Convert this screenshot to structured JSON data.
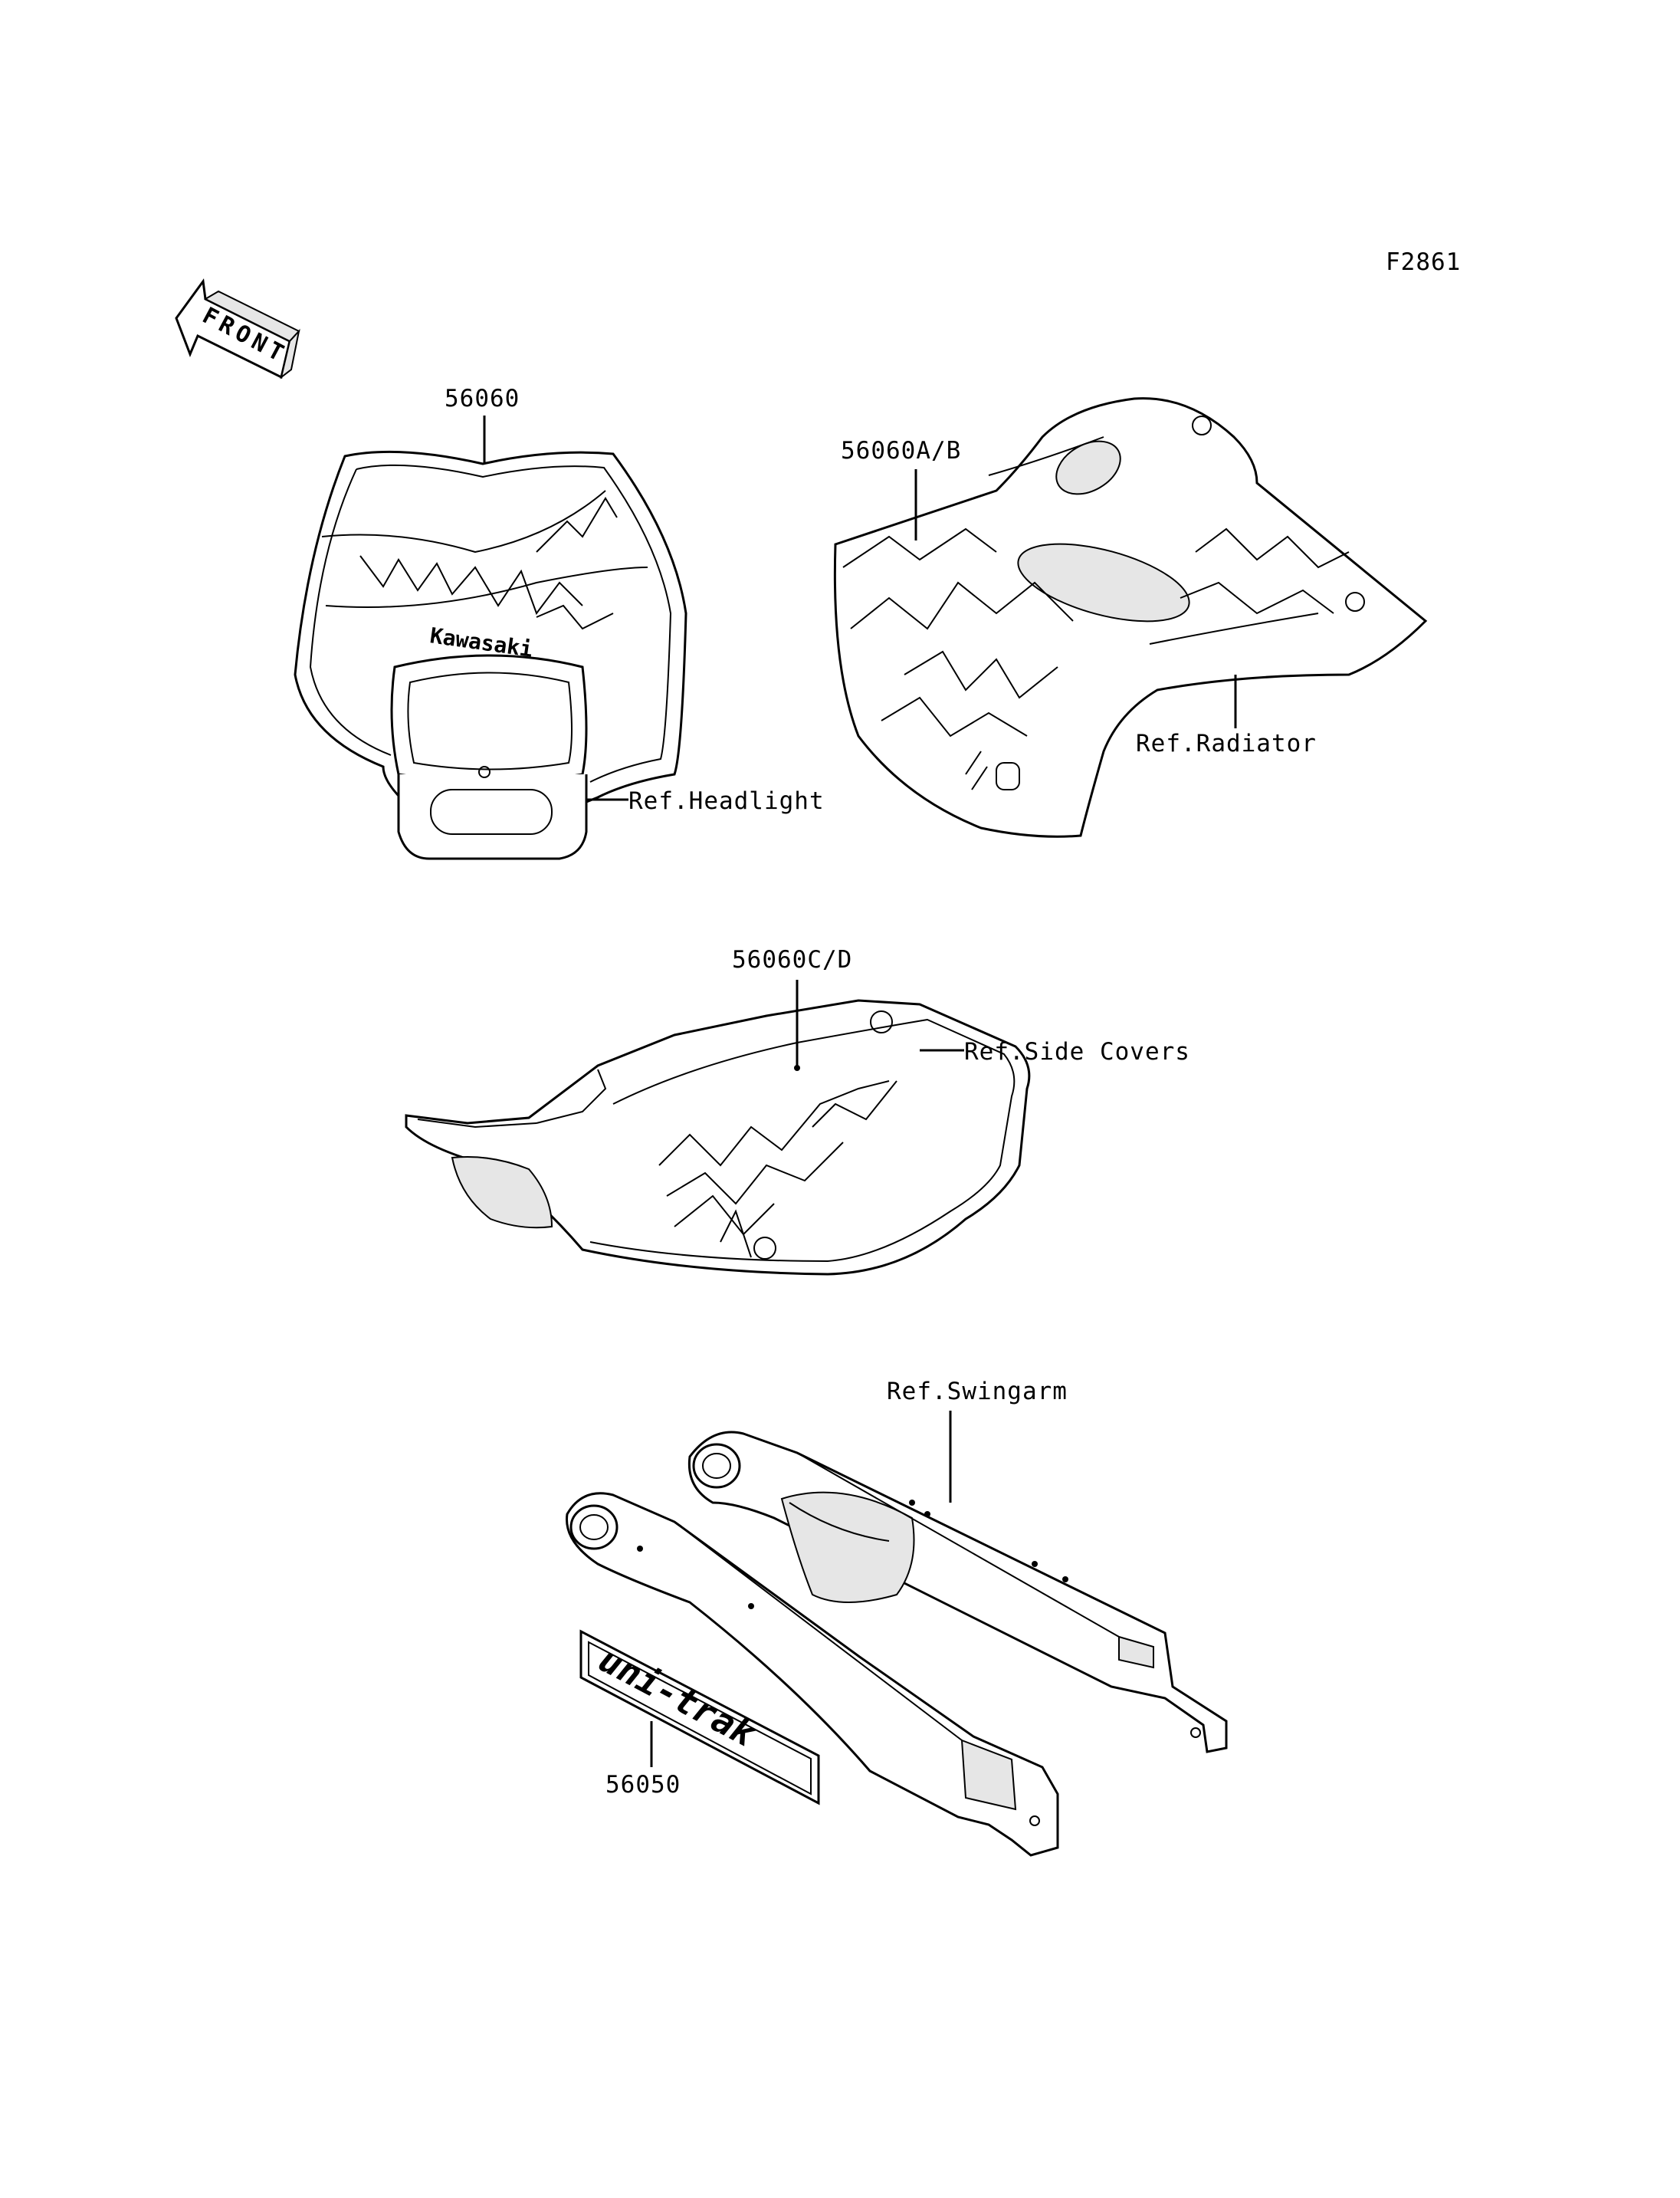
{
  "figure_id": "F2861",
  "front_label": "FRONT",
  "headlight_logo_text": "Kawasaki",
  "swingarm_decal_text": "uni-trak",
  "callouts": {
    "headlight_decal": "56060",
    "radiator_decal": "56060A/B",
    "side_cover_decal": "56060C/D",
    "swingarm_decal": "56050"
  },
  "references": {
    "headlight": "Ref.Headlight",
    "radiator": "Ref.Radiator",
    "side_covers": "Ref.Side Covers",
    "swingarm": "Ref.Swingarm"
  },
  "colors": {
    "line": "#000000",
    "background": "#ffffff",
    "shade": "#e6e6e6"
  }
}
